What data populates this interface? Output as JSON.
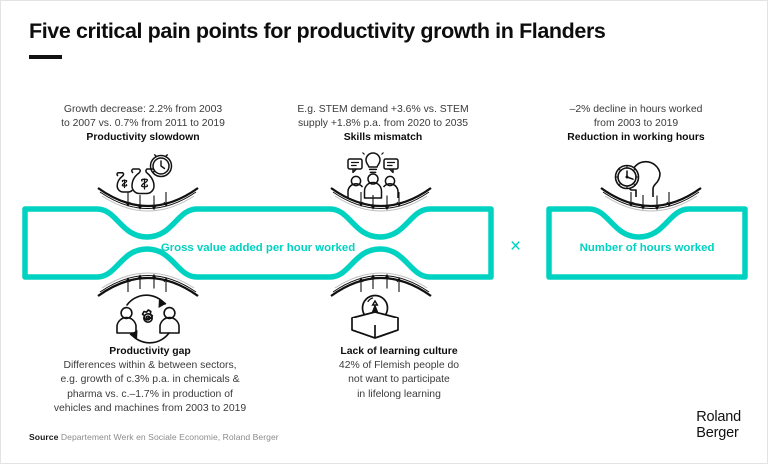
{
  "page": {
    "title": "Five critical pain points for productivity growth in Flanders",
    "accent_color": "#00D2C2",
    "text_color": "#3b3b3b",
    "background": "#ffffff"
  },
  "captions": {
    "top_left": {
      "line1": "Growth decrease: 2.2% from 2003",
      "line2": "to 2007 vs. 0.7% from 2011 to 2019",
      "headline": "Productivity slowdown"
    },
    "top_middle": {
      "line1": "E.g. STEM demand +3.6% vs. STEM",
      "line2": "supply +1.8% p.a. from 2020 to 2035",
      "headline": "Skills mismatch"
    },
    "top_right": {
      "line1": "–2% decline in hours worked",
      "line2": "from 2003 to 2019",
      "headline": "Reduction in working hours"
    },
    "bottom_left": {
      "headline": "Productivity gap",
      "line1": "Differences within & between sectors,",
      "line2": "e.g. growth of c.3% p.a. in chemicals &",
      "line3": "pharma vs. c.–1.7% in production of",
      "line4": "vehicles and machines from 2003 to 2019"
    },
    "bottom_middle": {
      "headline": "Lack of learning culture",
      "line1": "42% of Flemish people do",
      "line2": "not want to participate",
      "line3": "in lifelong learning"
    }
  },
  "formula": {
    "left_label": "Gross value added per hour worked",
    "operator": "×",
    "right_label": "Number of hours worked"
  },
  "icons": {
    "money_clock": "money-bags-clock-icon",
    "skills": "people-speech-lightbulb-icon",
    "head_clock": "head-clock-icon",
    "gap": "people-gear-cycle-icon",
    "learning": "book-lightbulb-icon"
  },
  "footer": {
    "source_label": "Source",
    "source_text": "Departement Werk en Sociale Economie, Roland Berger",
    "logo_line1": "Roland",
    "logo_line2": "Berger"
  }
}
